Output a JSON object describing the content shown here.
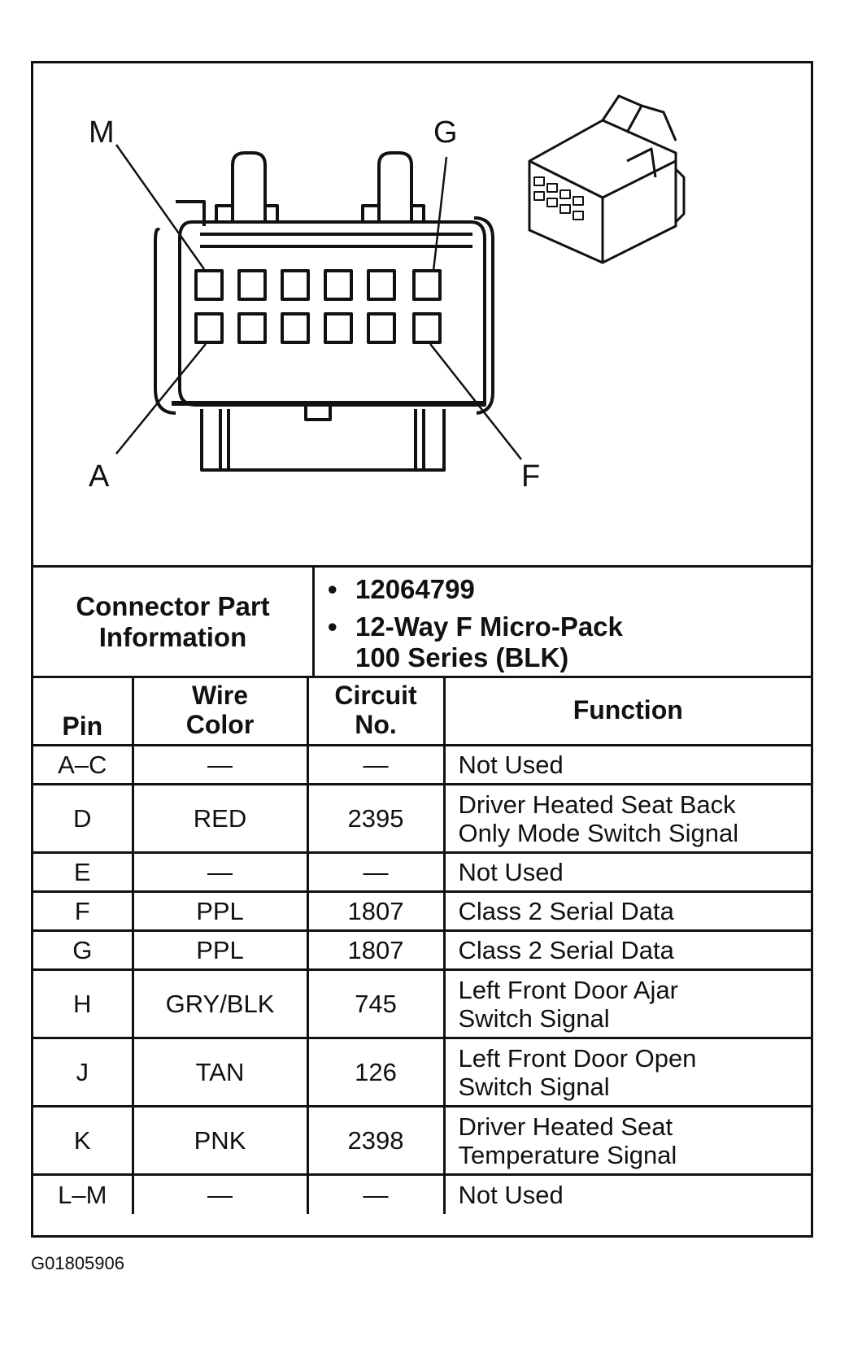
{
  "pin_labels": {
    "top_left": "M",
    "top_right": "G",
    "bottom_left": "A",
    "bottom_right": "F"
  },
  "connector_info": {
    "label_line1": "Connector Part",
    "label_line2": "Information",
    "bullets": [
      {
        "bullet": "•",
        "line1": "12064799",
        "line2": ""
      },
      {
        "bullet": "•",
        "line1": "12-Way F Micro-Pack",
        "line2": "100 Series (BLK)"
      }
    ]
  },
  "table": {
    "headers": {
      "pin": "Pin",
      "wire_color_line1": "Wire",
      "wire_color_line2": "Color",
      "circuit_line1": "Circuit",
      "circuit_line2": "No.",
      "function": "Function"
    },
    "rows": [
      {
        "pin": "A–C",
        "wire": "—",
        "circuit": "—",
        "func1": "Not Used",
        "func2": ""
      },
      {
        "pin": "D",
        "wire": "RED",
        "circuit": "2395",
        "func1": "Driver Heated Seat Back",
        "func2": "Only Mode Switch Signal"
      },
      {
        "pin": "E",
        "wire": "—",
        "circuit": "—",
        "func1": "Not Used",
        "func2": ""
      },
      {
        "pin": "F",
        "wire": "PPL",
        "circuit": "1807",
        "func1": "Class 2 Serial Data",
        "func2": ""
      },
      {
        "pin": "G",
        "wire": "PPL",
        "circuit": "1807",
        "func1": "Class 2 Serial Data",
        "func2": ""
      },
      {
        "pin": "H",
        "wire": "GRY/BLK",
        "circuit": "745",
        "func1": "Left Front Door Ajar",
        "func2": "Switch Signal"
      },
      {
        "pin": "J",
        "wire": "TAN",
        "circuit": "126",
        "func1": "Left Front Door Open",
        "func2": "Switch Signal"
      },
      {
        "pin": "K",
        "wire": "PNK",
        "circuit": "2398",
        "func1": "Driver Heated Seat",
        "func2": "Temperature Signal"
      },
      {
        "pin": "L–M",
        "wire": "—",
        "circuit": "—",
        "func1": "Not Used",
        "func2": ""
      }
    ]
  },
  "figure_code": "G01805906",
  "colors": {
    "ink": "#111111",
    "background": "#ffffff"
  }
}
